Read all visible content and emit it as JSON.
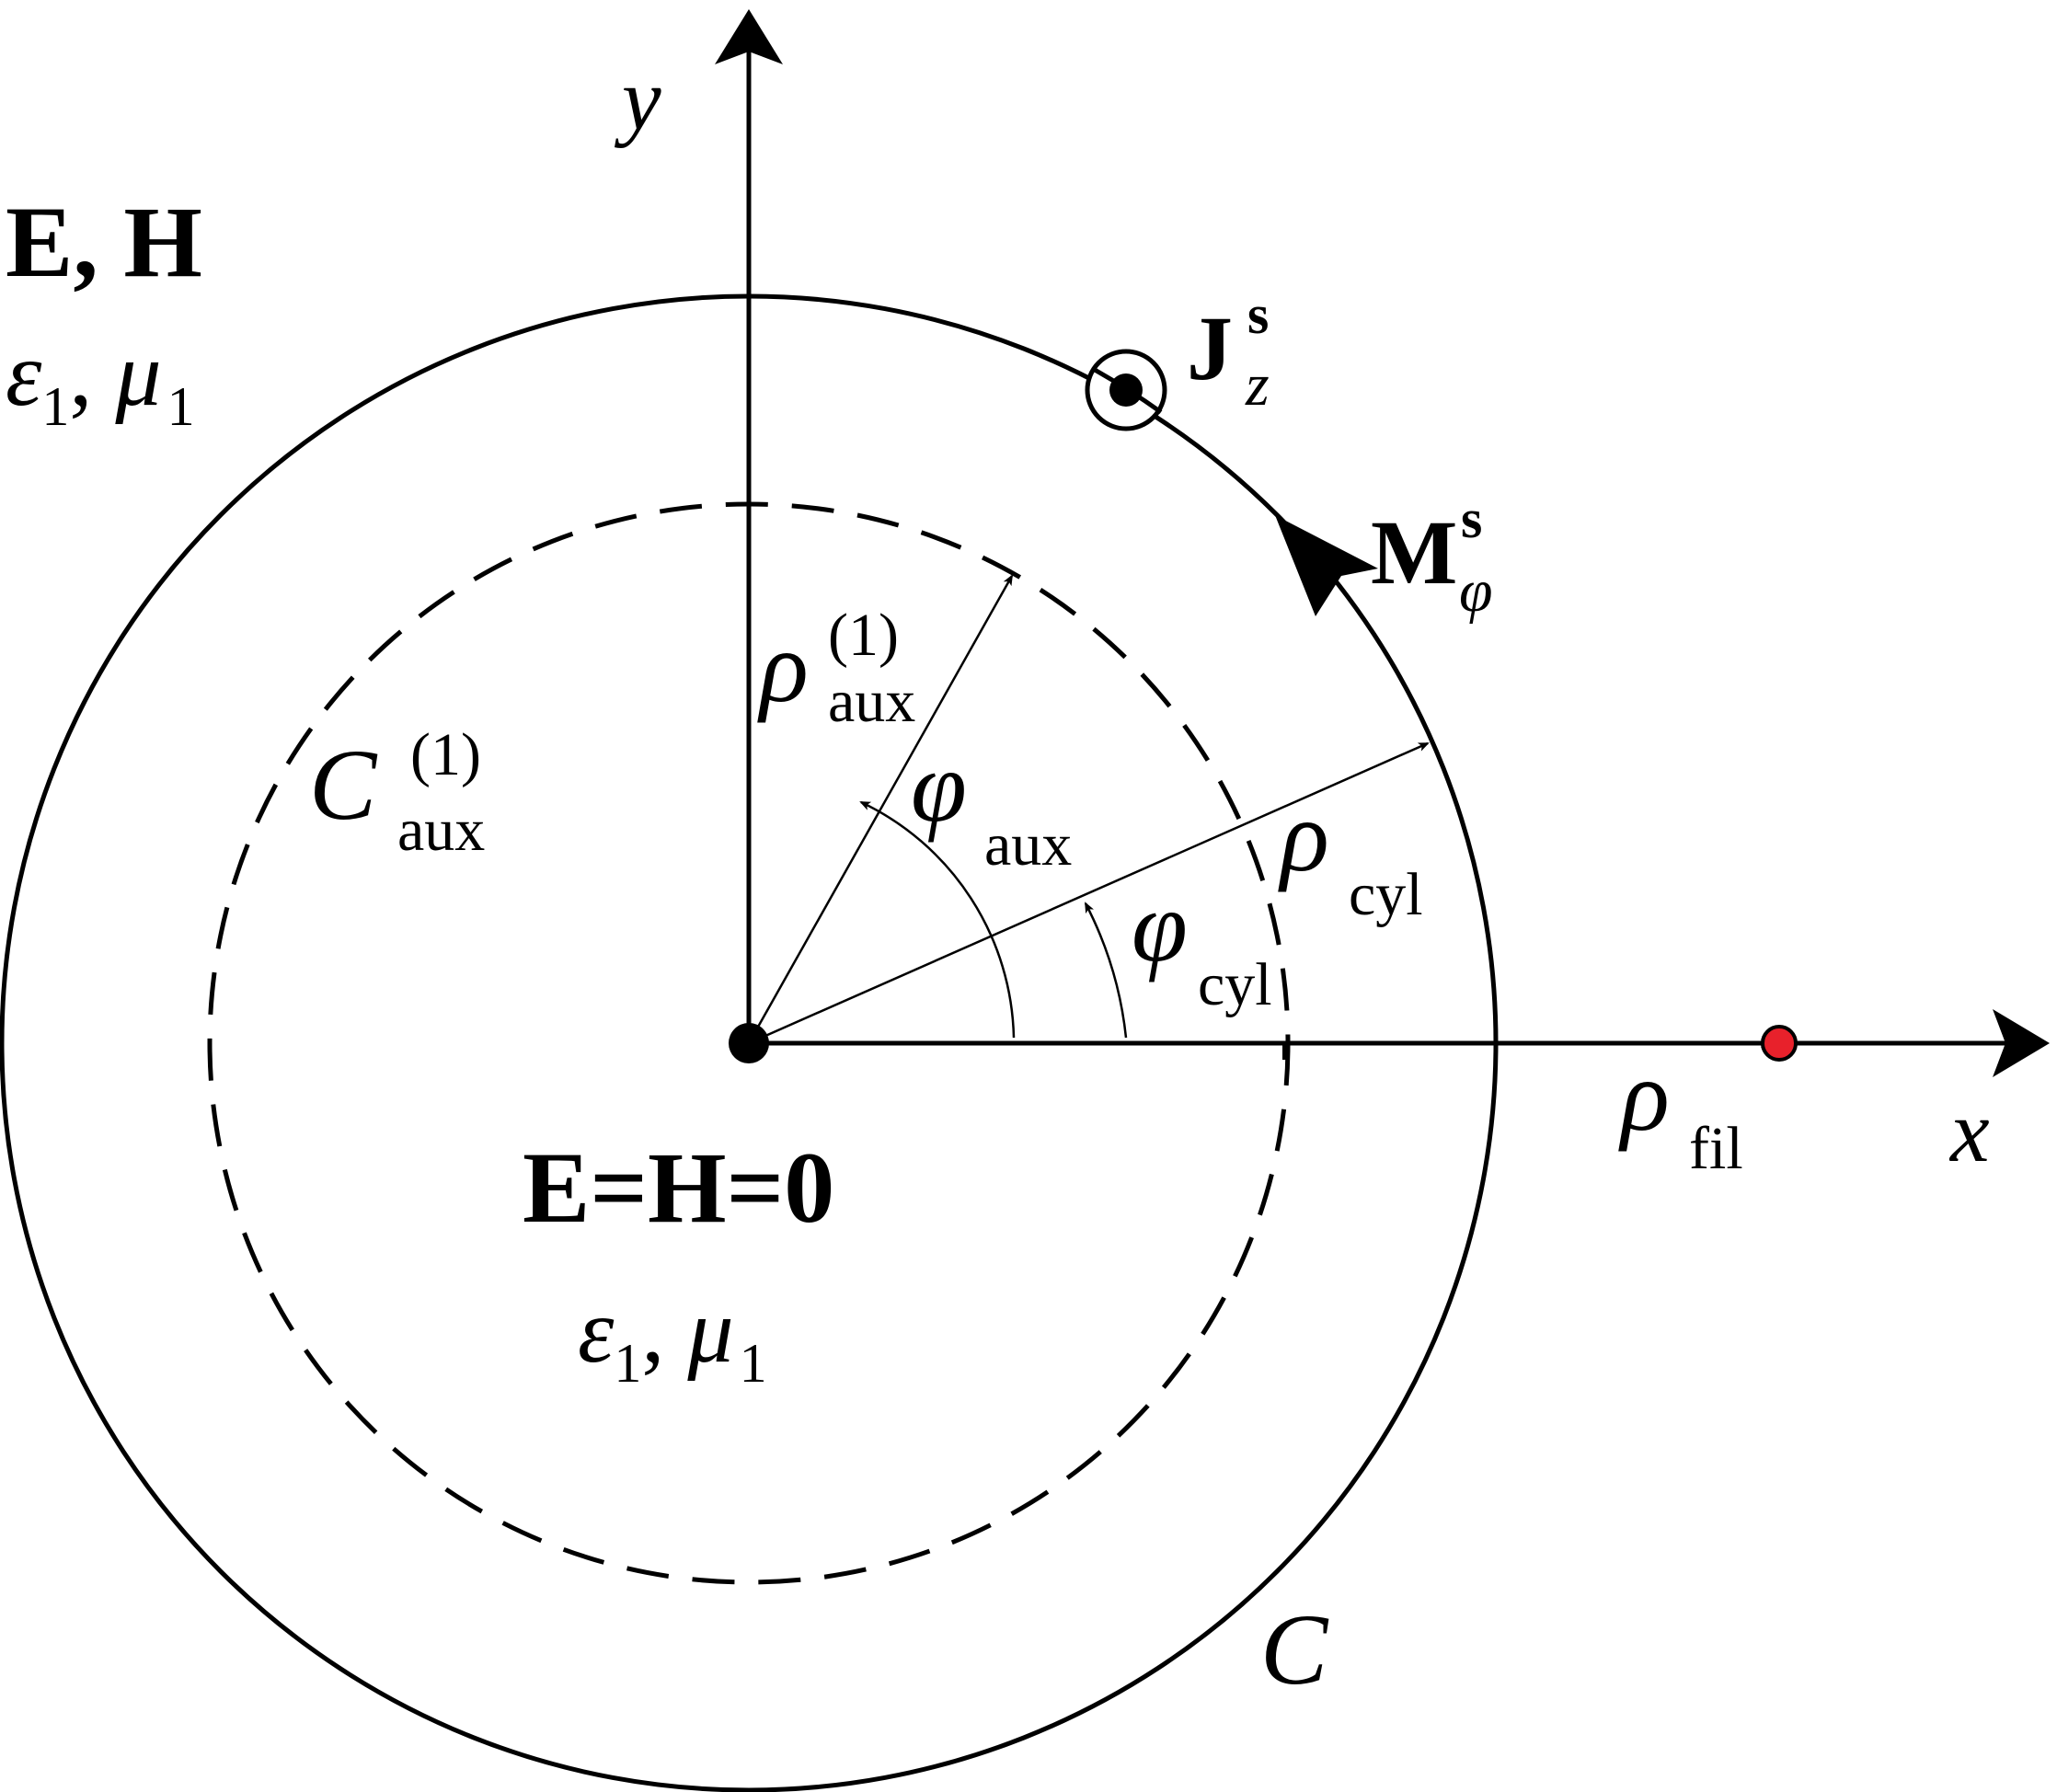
{
  "axes": {
    "x_label": "x",
    "y_label": "y"
  },
  "outer_region": {
    "fields": "E, H",
    "material": {
      "eps": "ε",
      "eps_sub": "1",
      "sep": ", ",
      "mu": "μ",
      "mu_sub": "1"
    }
  },
  "inner_region": {
    "fields": "E=H=0",
    "material": {
      "eps": "ε",
      "eps_sub": "1",
      "sep": ", ",
      "mu": "μ",
      "mu_sub": "1"
    }
  },
  "contour": {
    "label": "C"
  },
  "aux_contour": {
    "label": "C",
    "sup": "(1)",
    "sub": "aux"
  },
  "electric_current": {
    "label": "J",
    "sup": "s",
    "sub": "z"
  },
  "magnetic_current": {
    "label": "M",
    "sup": "s",
    "sub": "φ"
  },
  "rho_aux": {
    "label": "ρ",
    "sup": "(1)",
    "sub": "aux"
  },
  "phi_aux": {
    "label": "φ",
    "sub": "aux"
  },
  "rho_cyl": {
    "label": "ρ",
    "sub": "cyl"
  },
  "phi_cyl": {
    "label": "φ",
    "sub": "cyl"
  },
  "rho_fil": {
    "label": "ρ",
    "sub": "fil"
  },
  "colors": {
    "ink": "#000000",
    "filament": "#e8212b"
  }
}
